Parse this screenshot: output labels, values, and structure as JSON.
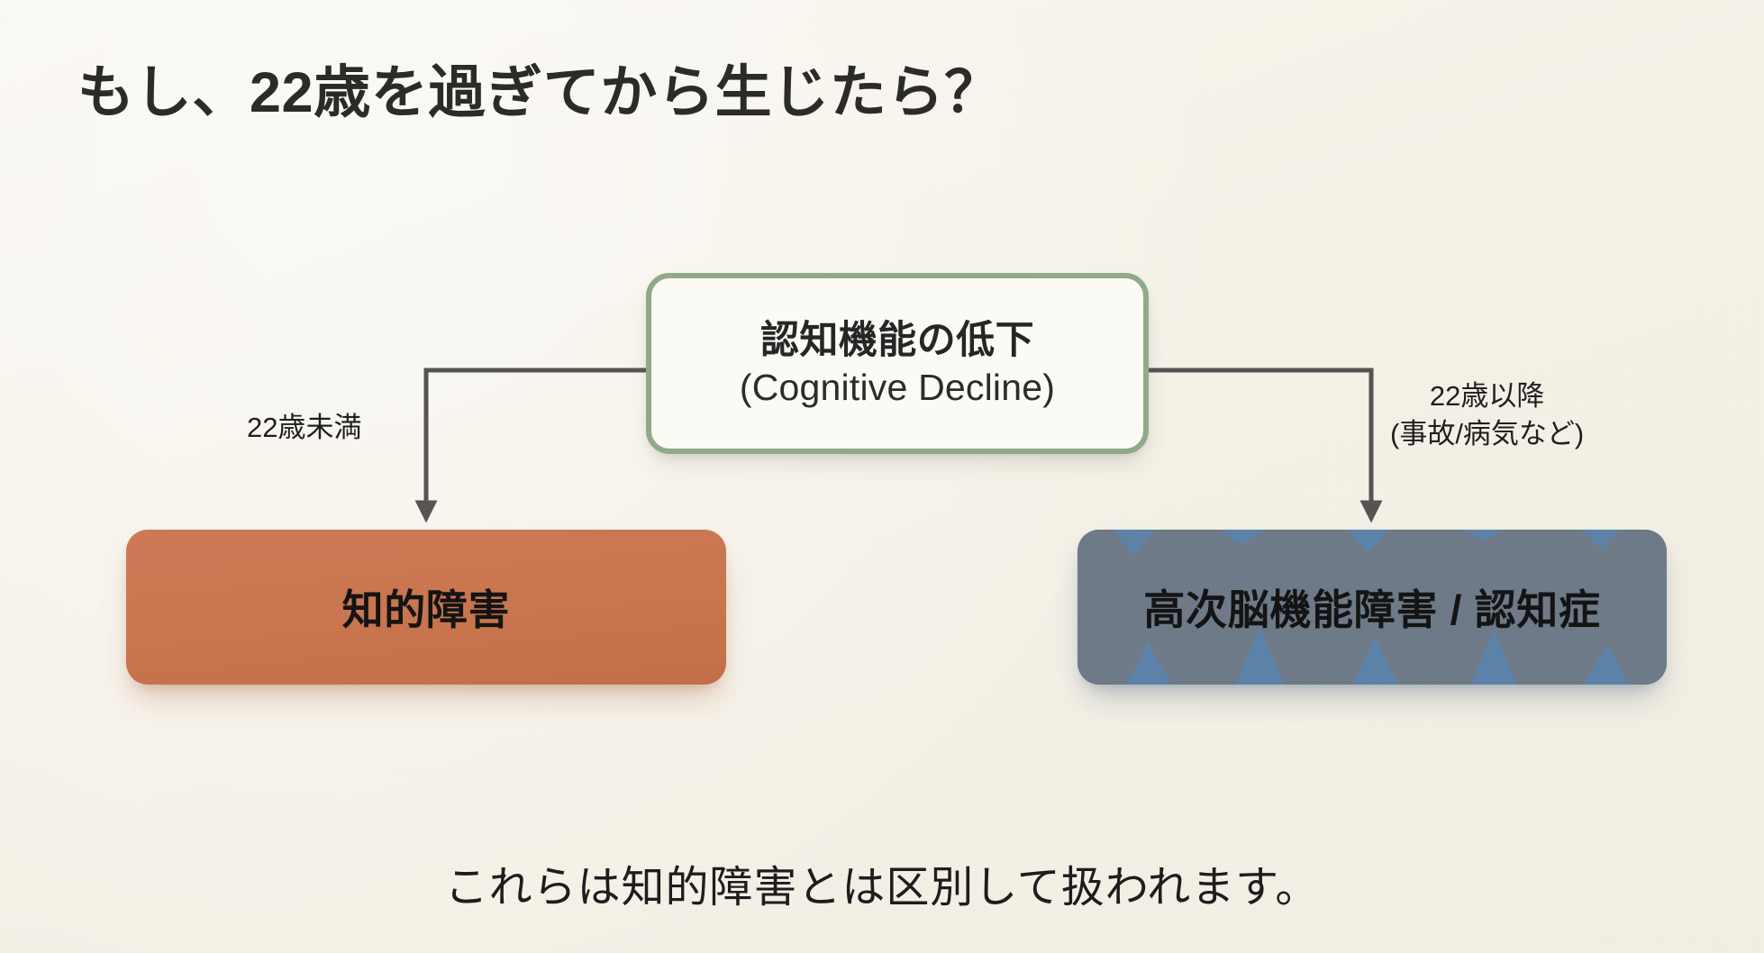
{
  "slide": {
    "title": "もし、22歳を過ぎてから生じたら？",
    "caption": "これらは知的障害とは区別して扱われます。",
    "background_color": "#f7f3ea"
  },
  "center_node": {
    "heading": "認知機能の低下",
    "subheading": "(Cognitive Decline)",
    "border_color": "#8faa8b",
    "fill_color": "#fcfaf4"
  },
  "branches": {
    "left": {
      "label_line1": "22歳未満",
      "label_line2": ""
    },
    "right": {
      "label_line1": "22歳以降",
      "label_line2": "(事故/病気など)"
    }
  },
  "outcomes": [
    {
      "id": "intellectual-disability",
      "label": "知的障害",
      "color": "#c9754f",
      "text_color": "#141414"
    },
    {
      "id": "acquired-brain-dysfunction",
      "label": "高次脳機能障害 / 認知症",
      "color": "#6e7a87",
      "accent_color": "#5d82a8",
      "text_color": "#141414"
    }
  ],
  "connectors": {
    "stroke_color": "#555453",
    "stroke_width": 5
  }
}
